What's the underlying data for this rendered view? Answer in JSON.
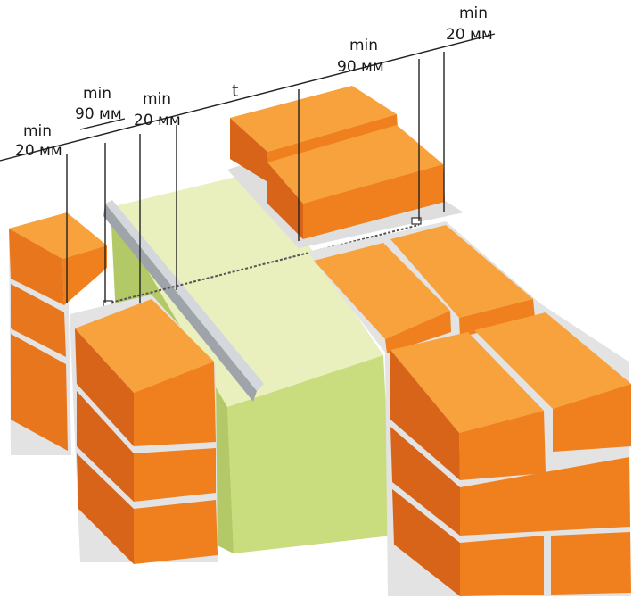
{
  "diagram": {
    "labels": {
      "left_edge": {
        "line1": "min",
        "line2": "20 мм"
      },
      "left_anchor": {
        "line1": "min",
        "line2": "90 мм"
      },
      "left_gap": {
        "line1": "min",
        "line2": "20 мм"
      },
      "thickness": "t",
      "right_anchor": {
        "line1": "min",
        "line2": "90 мм"
      },
      "right_edge": {
        "line1": "min",
        "line2": "20 мм"
      }
    },
    "colors": {
      "brick_top": "#f7a23c",
      "brick_front": "#f07f1e",
      "brick_side": "#d8641a",
      "mortar": "#e3e3e3",
      "mortar_shadow": "#c9c9c9",
      "insulation_top": "#e9efbd",
      "insulation_front": "#c9dc7e",
      "insulation_side": "#b3c866",
      "tie": "#b7bcc2",
      "dimension_line": "#222222"
    }
  }
}
